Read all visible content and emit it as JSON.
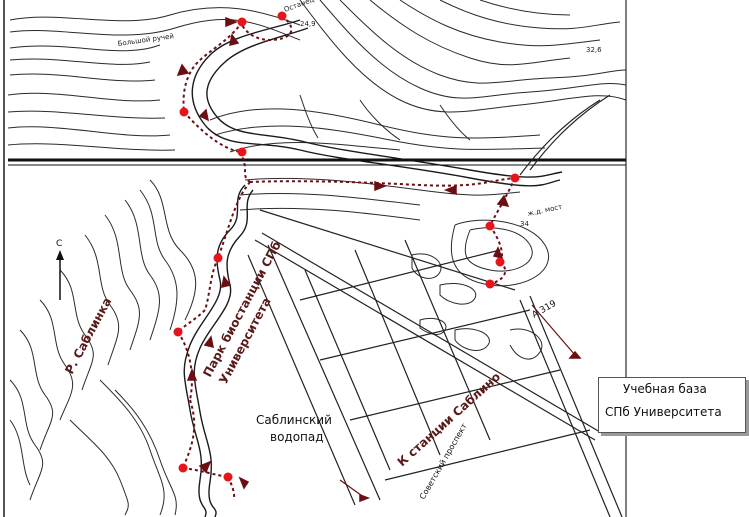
{
  "labels": {
    "ostanets": "Останец",
    "ostanets_num": "24,9",
    "bolshoy_ruchey": "Большой ручей",
    "height_mark": "32,6",
    "river_sablinka": "Р. Саблинка",
    "park_line1": "Парк биостанции СПб",
    "park_line2": "Университета",
    "waterfall_line1": "Саблинский",
    "waterfall_line2": "водопад",
    "to_station": "К станции Саблино",
    "prospect": "Советский проспект",
    "road": "А 319",
    "bridge": "ж.д. мост",
    "bridge_num": "34",
    "north": "С"
  },
  "legend": {
    "line1": "Учебная база",
    "line2": "СПб Университета"
  },
  "colors": {
    "route_marker": "#e8141b",
    "route_line": "#6b0f12",
    "label": "#5a1a1a",
    "map_ink": "#2a2a2a"
  }
}
